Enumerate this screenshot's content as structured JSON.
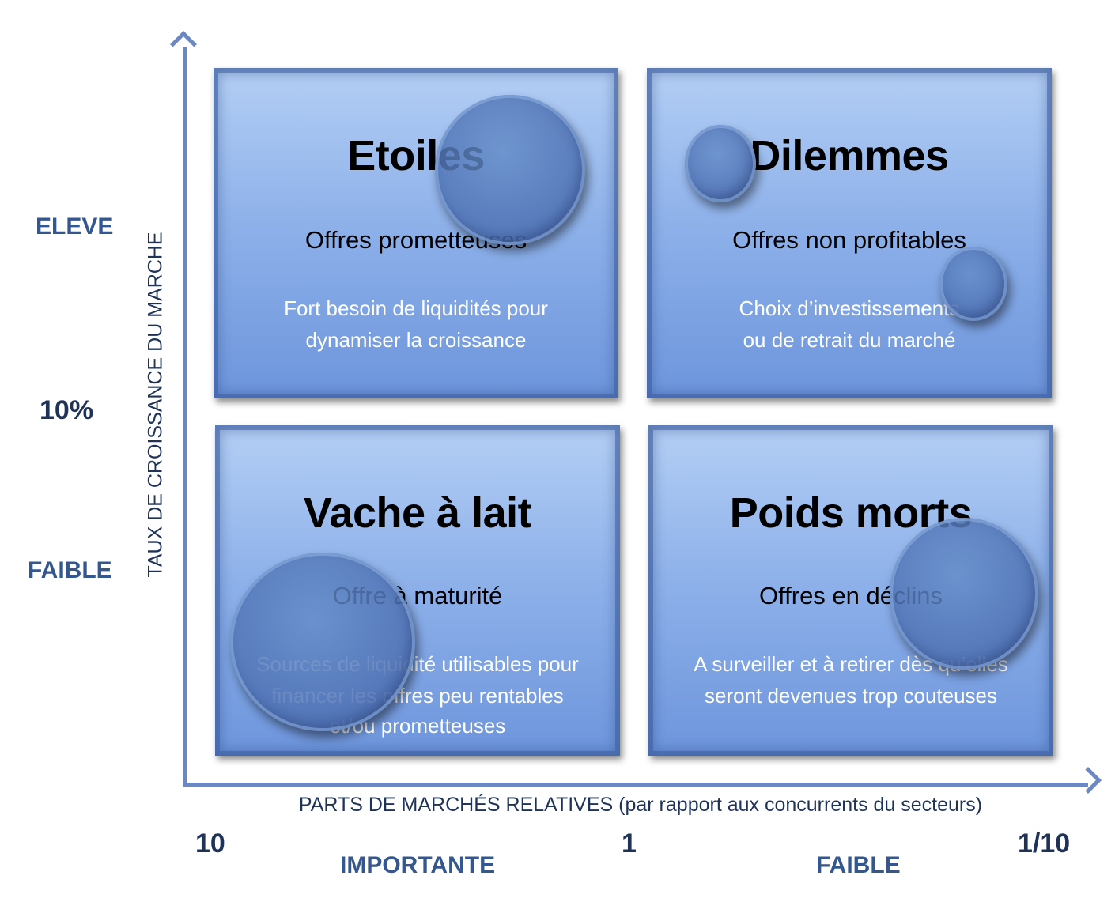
{
  "axes": {
    "y_title": "TAUX DE CROISSANCE DU MARCHE",
    "y_high": "ELEVE",
    "y_mid": "10%",
    "y_low": "FAIBLE",
    "x_title": "PARTS DE MARCHÉS RELATIVES (par rapport aux concurrents du secteurs)",
    "x_left": "10",
    "x_mid": "1",
    "x_right": "1/10",
    "x_high": "IMPORTANTE",
    "x_low": "FAIBLE"
  },
  "quadrants": {
    "stars": {
      "title": "Etoiles",
      "subtitle": "Offres prometteuses",
      "desc1": "Fort besoin de liquidités pour",
      "desc2": "dynamiser la croissance"
    },
    "dilemmas": {
      "title": "Dilemmes",
      "subtitle": "Offres non profitables",
      "desc1": "Choix d’investissements",
      "desc2": "ou de retrait du marché"
    },
    "cash_cows": {
      "title": "Vache à lait",
      "subtitle": "Offre à maturité",
      "desc1": "Sources de liquidité utilisables pour",
      "desc2": "financer les offres peu rentables",
      "desc3": "et/ou prometteuses"
    },
    "dogs": {
      "title": "Poids morts",
      "subtitle": "Offres en déclins",
      "desc1": "A surveiller et à retirer dès qu’elles",
      "desc2": "seront devenues trop couteuses"
    }
  },
  "colors": {
    "axis": "#6b88c2",
    "label_blue": "#34578f",
    "label_dark": "#1f3358"
  }
}
